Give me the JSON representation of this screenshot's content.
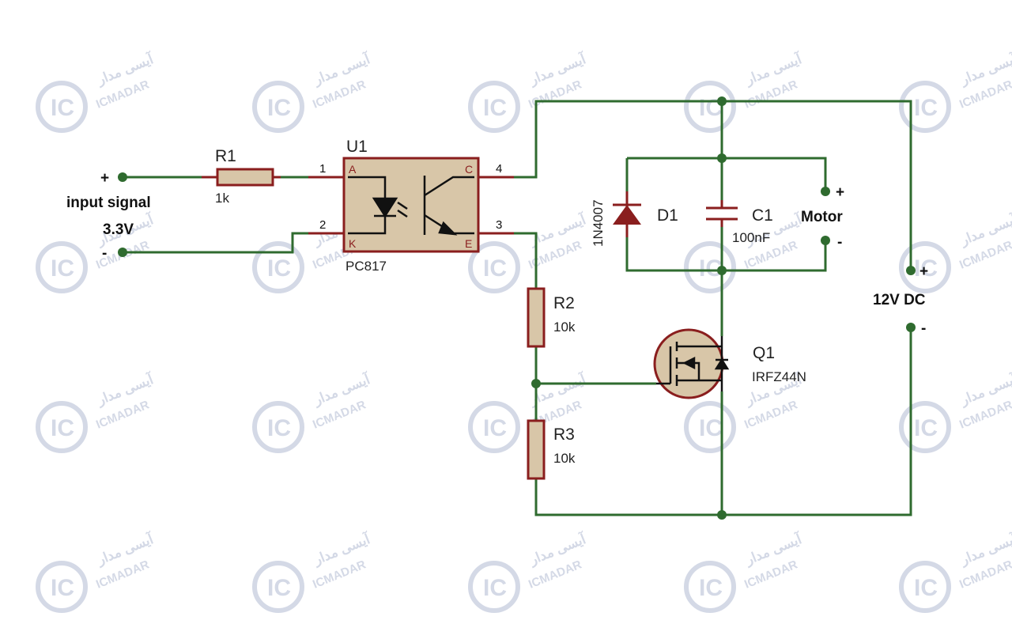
{
  "watermark": {
    "persian": "آیسی مدار",
    "latin": "ICMADAR",
    "logo": "IC"
  },
  "input": {
    "plus": "+",
    "minus": "-",
    "label": "input signal",
    "voltage": "3.3V"
  },
  "r1": {
    "ref": "R1",
    "value": "1k"
  },
  "u1": {
    "ref": "U1",
    "part": "PC817",
    "pin_a": "A",
    "pin_k": "K",
    "pin_c": "C",
    "pin_e": "E",
    "pin1": "1",
    "pin2": "2",
    "pin3": "3",
    "pin4": "4"
  },
  "r2": {
    "ref": "R2",
    "value": "10k"
  },
  "r3": {
    "ref": "R3",
    "value": "10k"
  },
  "d1": {
    "ref": "D1",
    "part": "1N4007"
  },
  "c1": {
    "ref": "C1",
    "value": "100nF"
  },
  "motor": {
    "label": "Motor",
    "plus": "+",
    "minus": "-"
  },
  "q1": {
    "ref": "Q1",
    "part": "IRFZ44N"
  },
  "supply": {
    "label": "12V DC",
    "plus": "+",
    "minus": "-"
  },
  "colors": {
    "wire": "#2f6b2f",
    "component": "#8a1e1e",
    "body_fill": "#d8c6a8",
    "node": "#2f6b2f"
  }
}
